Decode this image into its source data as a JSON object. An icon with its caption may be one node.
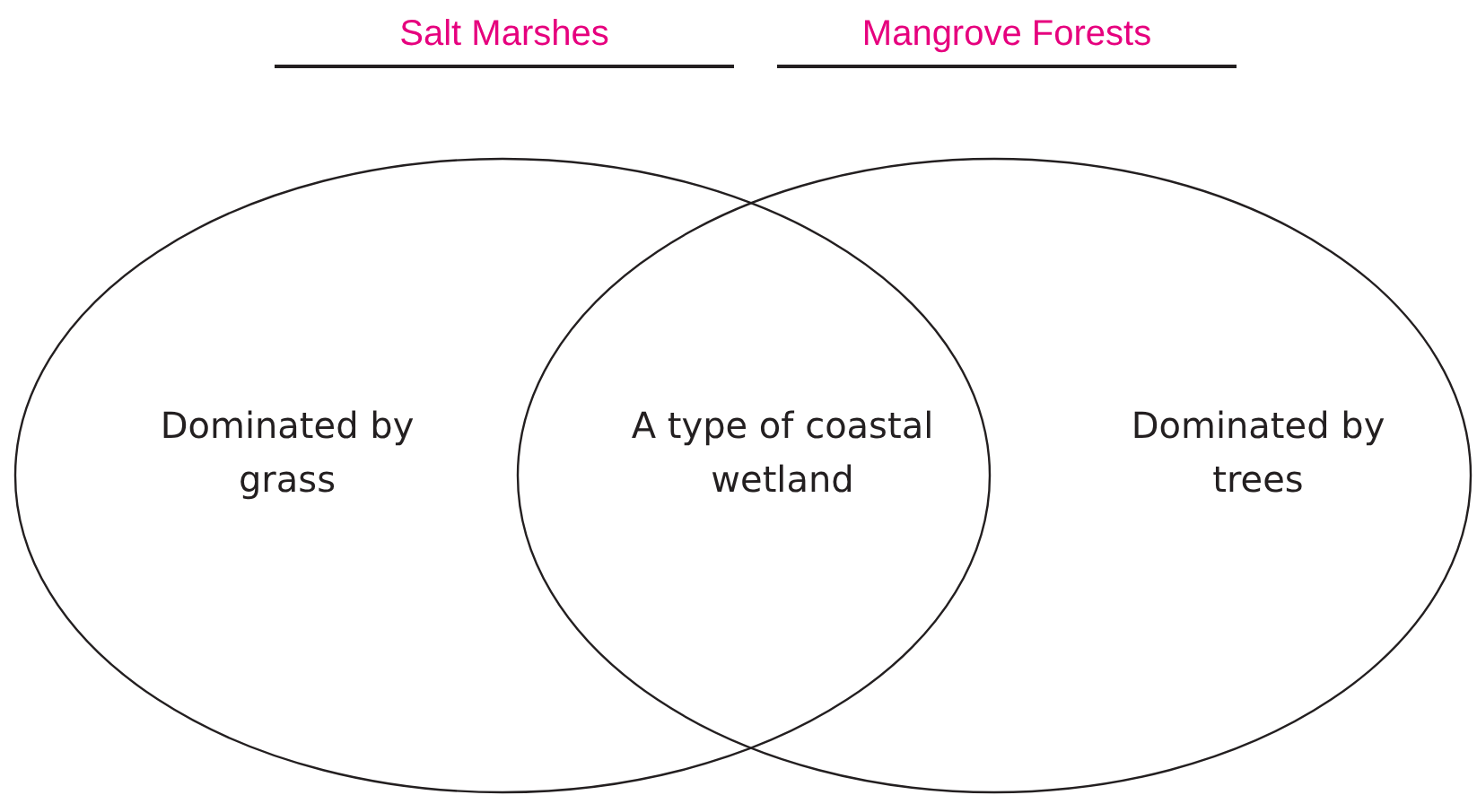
{
  "diagram": {
    "nodes": [
      {
        "text": [
          "Salt Marshes",
          "Dominated by grass"
        ]
      },
      {
        "text": [
          "Mangrove Forests",
          "Dominated by trees"
        ]
      }
    ],
    "labels": [
      "A type of coastal wetland"
    ]
  }
}
